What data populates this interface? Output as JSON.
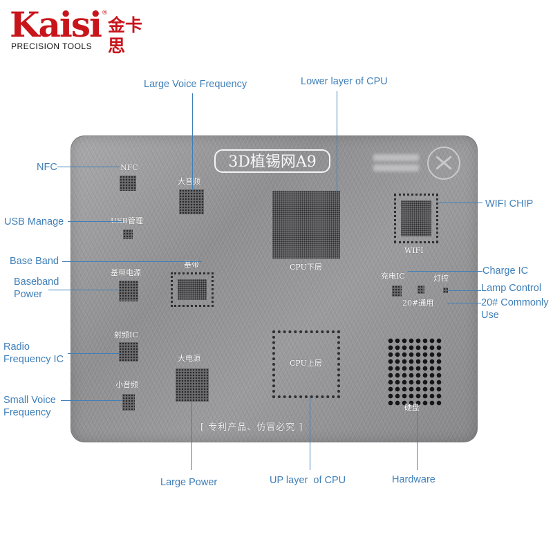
{
  "logo": {
    "brand": "Kaisi",
    "chinese": "金卡思",
    "registered": "®",
    "tagline": "PRECISION TOOLS"
  },
  "callouts": {
    "large_voice": "Large Voice Frequency",
    "lower_cpu": "Lower layer of CPU",
    "nfc": "NFC",
    "usb_manage": "USB Manage",
    "base_band": "Base Band",
    "baseband_power": "Baseband Power",
    "radio_frequency": "Radio Frequency IC",
    "small_voice": "Small Voice Frequency",
    "wifi_chip": "WIFI CHIP",
    "charge_ic": "Charge IC",
    "lamp_control": "Lamp Control",
    "commonly_use": "20# Commonly Use",
    "large_power": "Large Power",
    "up_cpu": "UP layer  of CPU",
    "hardware": "Hardware"
  },
  "plate": {
    "title": "3D植锡网A9",
    "labels": {
      "nfc": "NFC",
      "usb": "USB管理",
      "baseband_power": "基带电源",
      "radio": "射频IC",
      "small_voice": "小音频",
      "large_voice": "大音频",
      "baseband": "基带",
      "large_power": "大电源",
      "cpu_lower": "CPU下层",
      "cpu_upper": "CPU上层",
      "wifi": "WIFI",
      "charge": "充电IC",
      "lamp": "灯控",
      "common": "20#通用",
      "hdd": "硬盘"
    },
    "footer": "[ 专利产品、仿冒必究 ]"
  },
  "colors": {
    "callout": "#3f7fb8",
    "logo_red": "#c8141b",
    "plate": "#9b9b9d"
  }
}
